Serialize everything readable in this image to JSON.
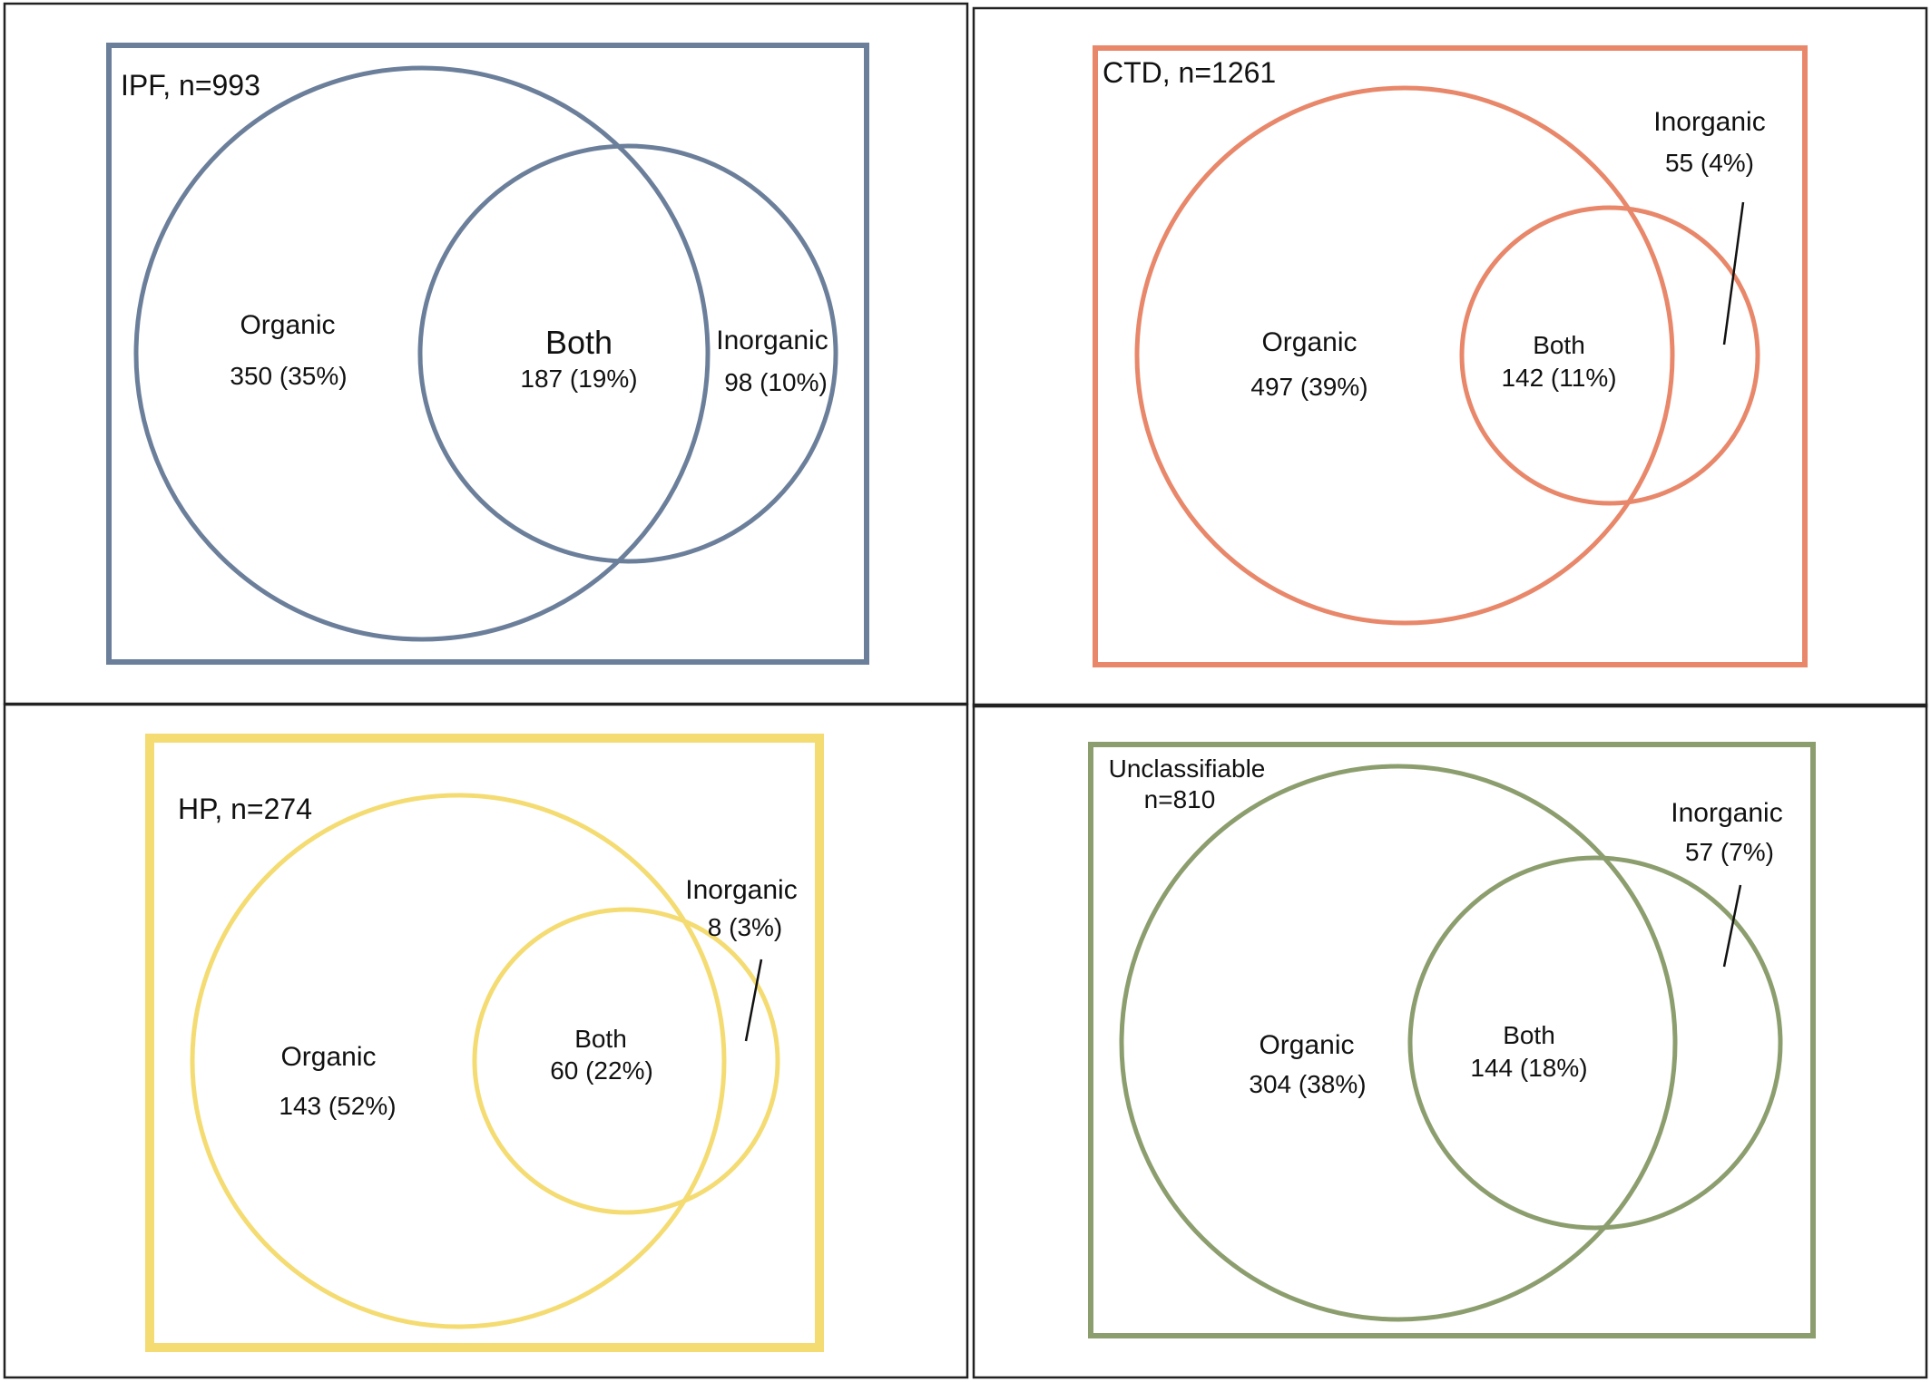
{
  "panels": [
    {
      "id": "ipf",
      "title": "IPF, n=993",
      "color": "#6b7f9b",
      "organic_label": "Organic",
      "organic_value": "350 (35%)",
      "both_label": "Both",
      "both_value": "187 (19%)",
      "inorganic_label": "Inorganic",
      "inorganic_value": "98 (10%)"
    },
    {
      "id": "ctd",
      "title": "CTD, n=1261",
      "color": "#e8876a",
      "organic_label": "Organic",
      "organic_value": "497 (39%)",
      "both_label": "Both",
      "both_value": "142 (11%)",
      "inorganic_label": "Inorganic",
      "inorganic_value": "55 (4%)"
    },
    {
      "id": "hp",
      "title": "HP, n=274",
      "color": "#f4dc72",
      "organic_label": "Organic",
      "organic_value": "143 (52%)",
      "both_label": "Both",
      "both_value": "60 (22%)",
      "inorganic_label": "Inorganic",
      "inorganic_value": "8 (3%)"
    },
    {
      "id": "unclassifiable",
      "title": "Unclassifiable",
      "title_line2": "n=810",
      "color": "#8c9e6e",
      "organic_label": "Organic",
      "organic_value": "304 (38%)",
      "both_label": "Both",
      "both_value": "144 (18%)",
      "inorganic_label": "Inorganic",
      "inorganic_value": "57 (7%)"
    }
  ]
}
